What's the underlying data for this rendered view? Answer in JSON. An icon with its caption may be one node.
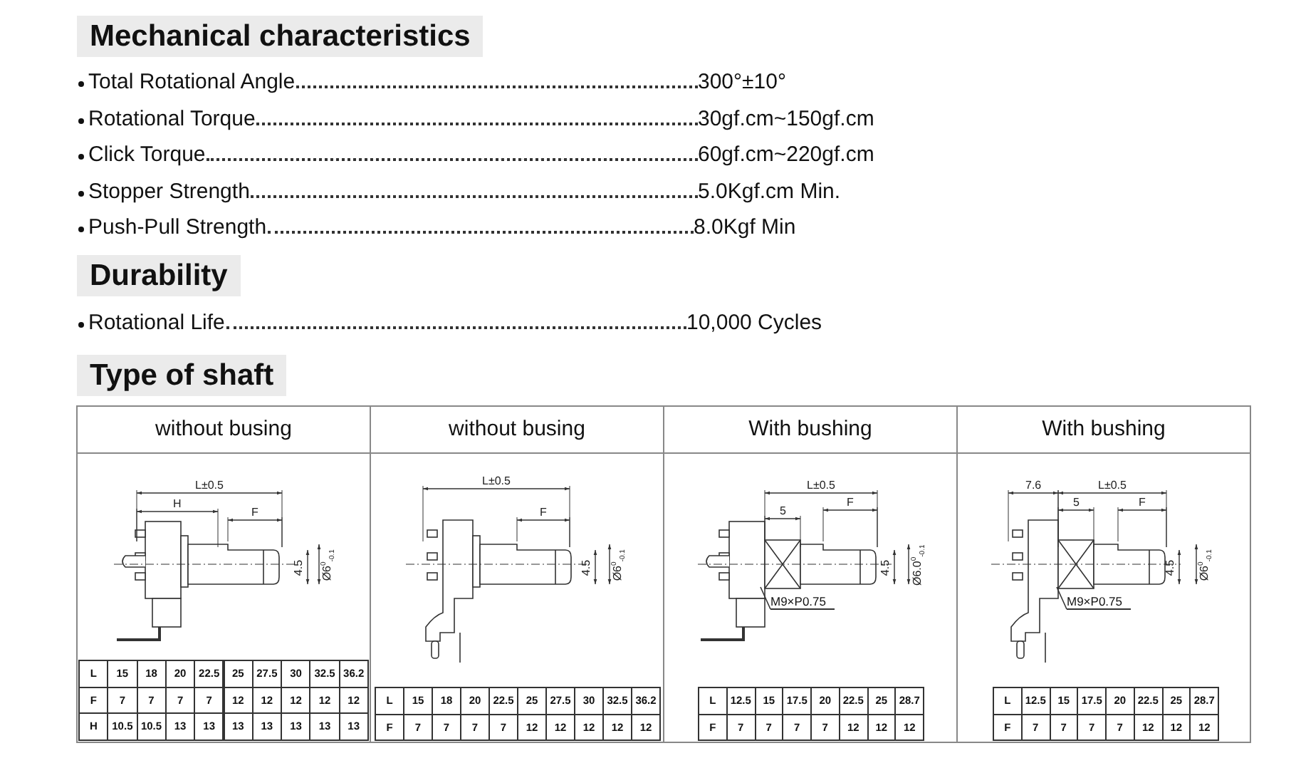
{
  "diagram": {
    "nodes": [
      {
        "text": [
          "Mechanical characteristics"
        ]
      },
      {
        "text": [
          "Durability"
        ]
      },
      {
        "text": [
          "Type of shaft"
        ]
      },
      {
        "text": [
          "M9×P0.75"
        ]
      },
      {
        "text": [
          "M9×P0.75"
        ]
      }
    ],
    "edges": [
      {
        "from": 3,
        "to": null,
        "arrow": "none"
      },
      {
        "from": 4,
        "to": null,
        "arrow": "none"
      }
    ],
    "labels": [
      "Total Rotational Angle",
      "300°±10°",
      "Rotational Torque",
      "30gf.cm~150gf.cm",
      "Click Torque",
      "60gf.cm~220gf.cm",
      "Stopper Strength",
      "5.0Kgf.cm Min.",
      "Push-Pull Strength",
      "8.0Kgf Min",
      "Rotational Life",
      "10,000 Cycles",
      "without busing",
      "without busing",
      "With bushing",
      "With bushing",
      "L±0.5",
      "H",
      "F",
      "4.5",
      "Ø6$^{0}$$_{-0.1}$",
      "L±0.5",
      "F",
      "4.5",
      "Ø6$^{0}$$_{-0.1}$",
      "L±0.5",
      "5",
      "F",
      "4.5",
      "Ø6.0$^{0}$$_{-0.1}$",
      "7.6",
      "L±0.5",
      "5",
      "F",
      "4.5",
      "Ø6$^{0}$$_{-0.1}$",
      "L",
      "15",
      "18",
      "20",
      "22.5",
      "25",
      "27.5",
      "30",
      "32.5",
      "36.2",
      "F",
      "7",
      "7",
      "7",
      "7",
      "12",
      "12",
      "12",
      "12",
      "12",
      "H",
      "10.5",
      "10.5",
      "13",
      "13",
      "13",
      "13",
      "13",
      "13",
      "13",
      "L",
      "15",
      "18",
      "20",
      "22.5",
      "25",
      "27.5",
      "30",
      "32.5",
      "36.2",
      "F",
      "7",
      "7",
      "7",
      "7",
      "12",
      "12",
      "12",
      "12",
      "12",
      "L",
      "12.5",
      "15",
      "17.5",
      "20",
      "22.5",
      "25",
      "28.7",
      "F",
      "7",
      "7",
      "7",
      "7",
      "12",
      "12",
      "12",
      "L",
      "12.5",
      "15",
      "17.5",
      "20",
      "22.5",
      "25",
      "28.7",
      "F",
      "7",
      "7",
      "7",
      "7",
      "12",
      "12",
      "12"
    ]
  }
}
